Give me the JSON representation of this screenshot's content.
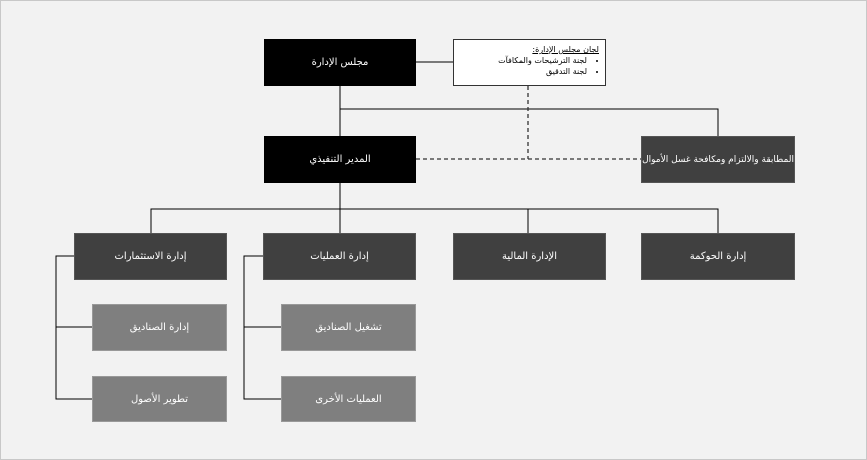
{
  "board": "مجلس الإدارة",
  "committees": {
    "title": "لجان مجلس الإدارة:",
    "items": [
      "لجنة الترشيحات والمكافآت",
      "لجنة التدقيق"
    ]
  },
  "ceo": "المدير التنفيذي",
  "compliance": "المطابقة والالتزام ومكافحة غسل الأموال",
  "departments": [
    "إدارة الاستثمارات",
    "إدارة العمليات",
    "الإدارة المالية",
    "إدارة الحوكمة"
  ],
  "investment_units": [
    "إدارة الصناديق",
    "تطوير الأصول"
  ],
  "operations_units": [
    "تشغيل الصناديق",
    "العمليات الأخرى"
  ]
}
